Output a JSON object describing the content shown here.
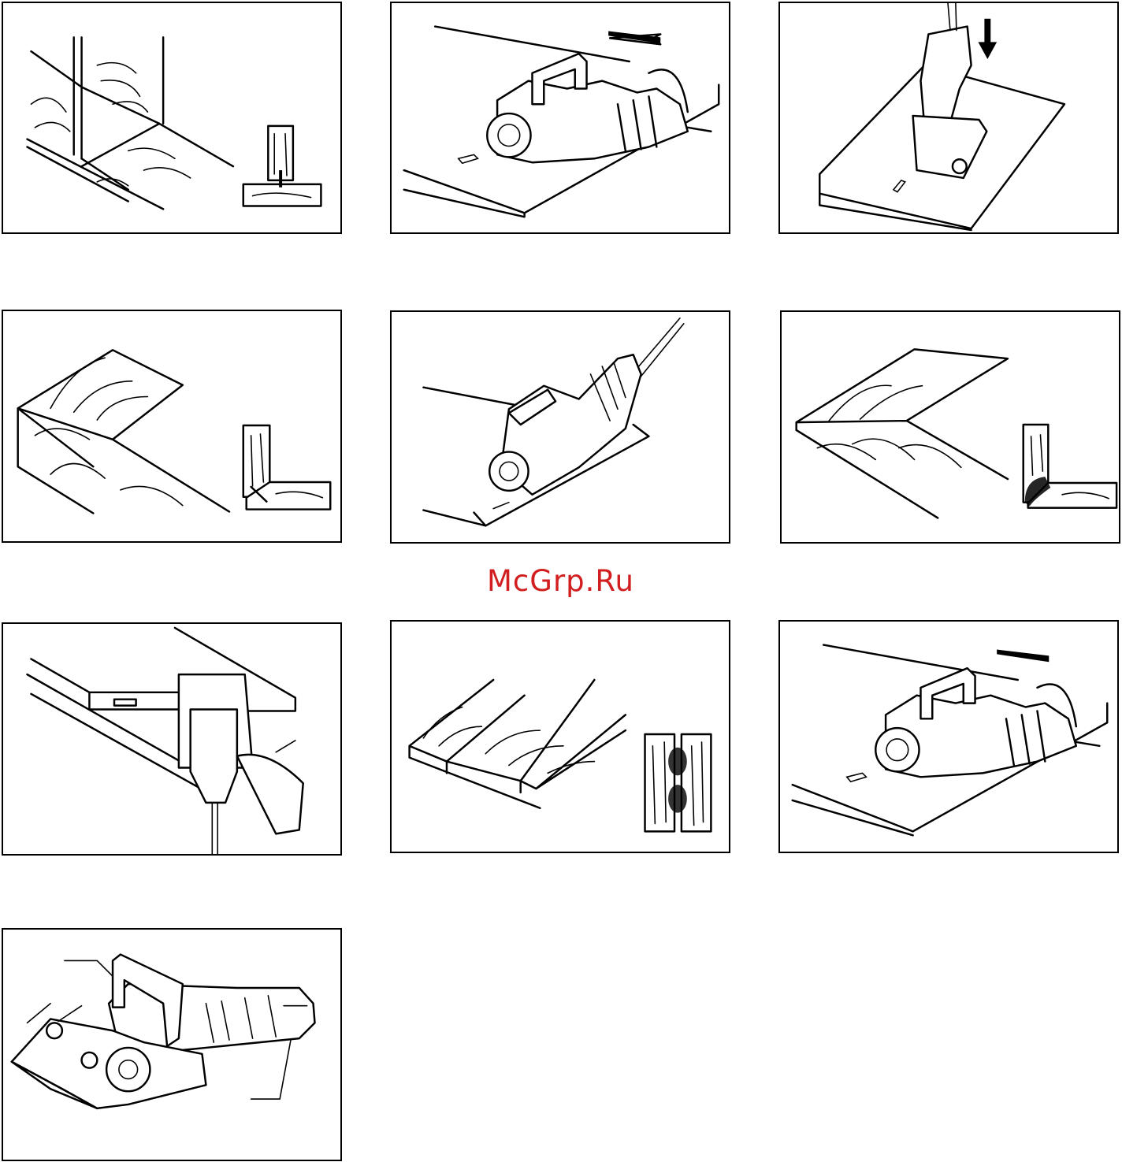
{
  "watermark": {
    "text": "McGrp.Ru",
    "color": "#d21e1e"
  },
  "panels": [
    {
      "id": 1,
      "subject": "plate-joiner-slot-corner"
    },
    {
      "id": 2,
      "subject": "plate-joiner-cutting-edge"
    },
    {
      "id": 3,
      "subject": "plate-joiner-vertical-cut"
    },
    {
      "id": 4,
      "subject": "mitre-joint-board"
    },
    {
      "id": 5,
      "subject": "plate-joiner-angled-cut"
    },
    {
      "id": 6,
      "subject": "mitre-joint-plates"
    },
    {
      "id": 7,
      "subject": "plate-joiner-underside-cut"
    },
    {
      "id": 8,
      "subject": "edge-to-edge-joint"
    },
    {
      "id": 9,
      "subject": "plate-joiner-cutting-edge-2"
    },
    {
      "id": 10,
      "subject": "plate-joiner-overview"
    }
  ],
  "colors": {
    "line": "#000000",
    "background": "#ffffff"
  }
}
